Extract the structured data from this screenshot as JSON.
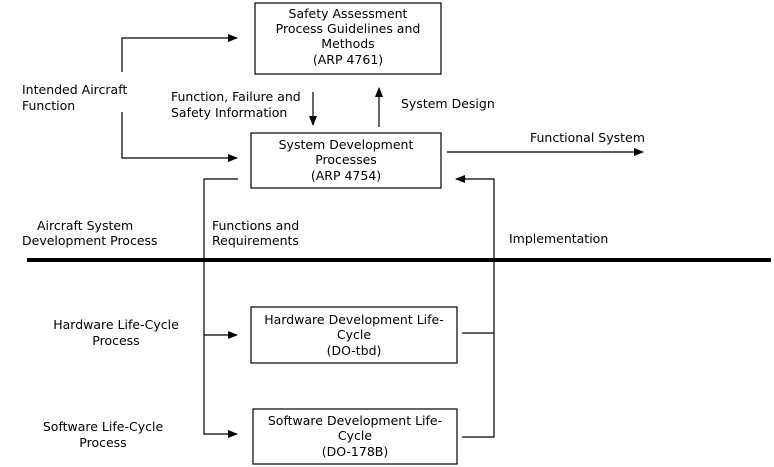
{
  "boxes": {
    "safety": [
      "Safety Assessment",
      "Process Guidelines and",
      "Methods",
      "(ARP 4761)"
    ],
    "sysdev": [
      "System Development",
      "Processes",
      "(ARP 4754)"
    ],
    "hwdev": [
      "Hardware Development Life-",
      "Cycle",
      "(DO-tbd)"
    ],
    "swdev": [
      "Software Development Life-",
      "Cycle",
      "(DO-178B)"
    ]
  },
  "labels": {
    "intended": [
      "Intended Aircraft",
      "Function"
    ],
    "function_failure": [
      "Function, Failure and",
      "Safety Information"
    ],
    "system_design": "System Design",
    "functional_system": "Functional System",
    "aircraft_system": [
      "Aircraft System",
      "Development Process"
    ],
    "functions_req": [
      "Functions and",
      "Requirements"
    ],
    "implementation": "Implementation",
    "hw_lifecycle": [
      "Hardware Life-Cycle",
      "Process"
    ],
    "sw_lifecycle": [
      "Software Life-Cycle",
      "Process"
    ]
  }
}
